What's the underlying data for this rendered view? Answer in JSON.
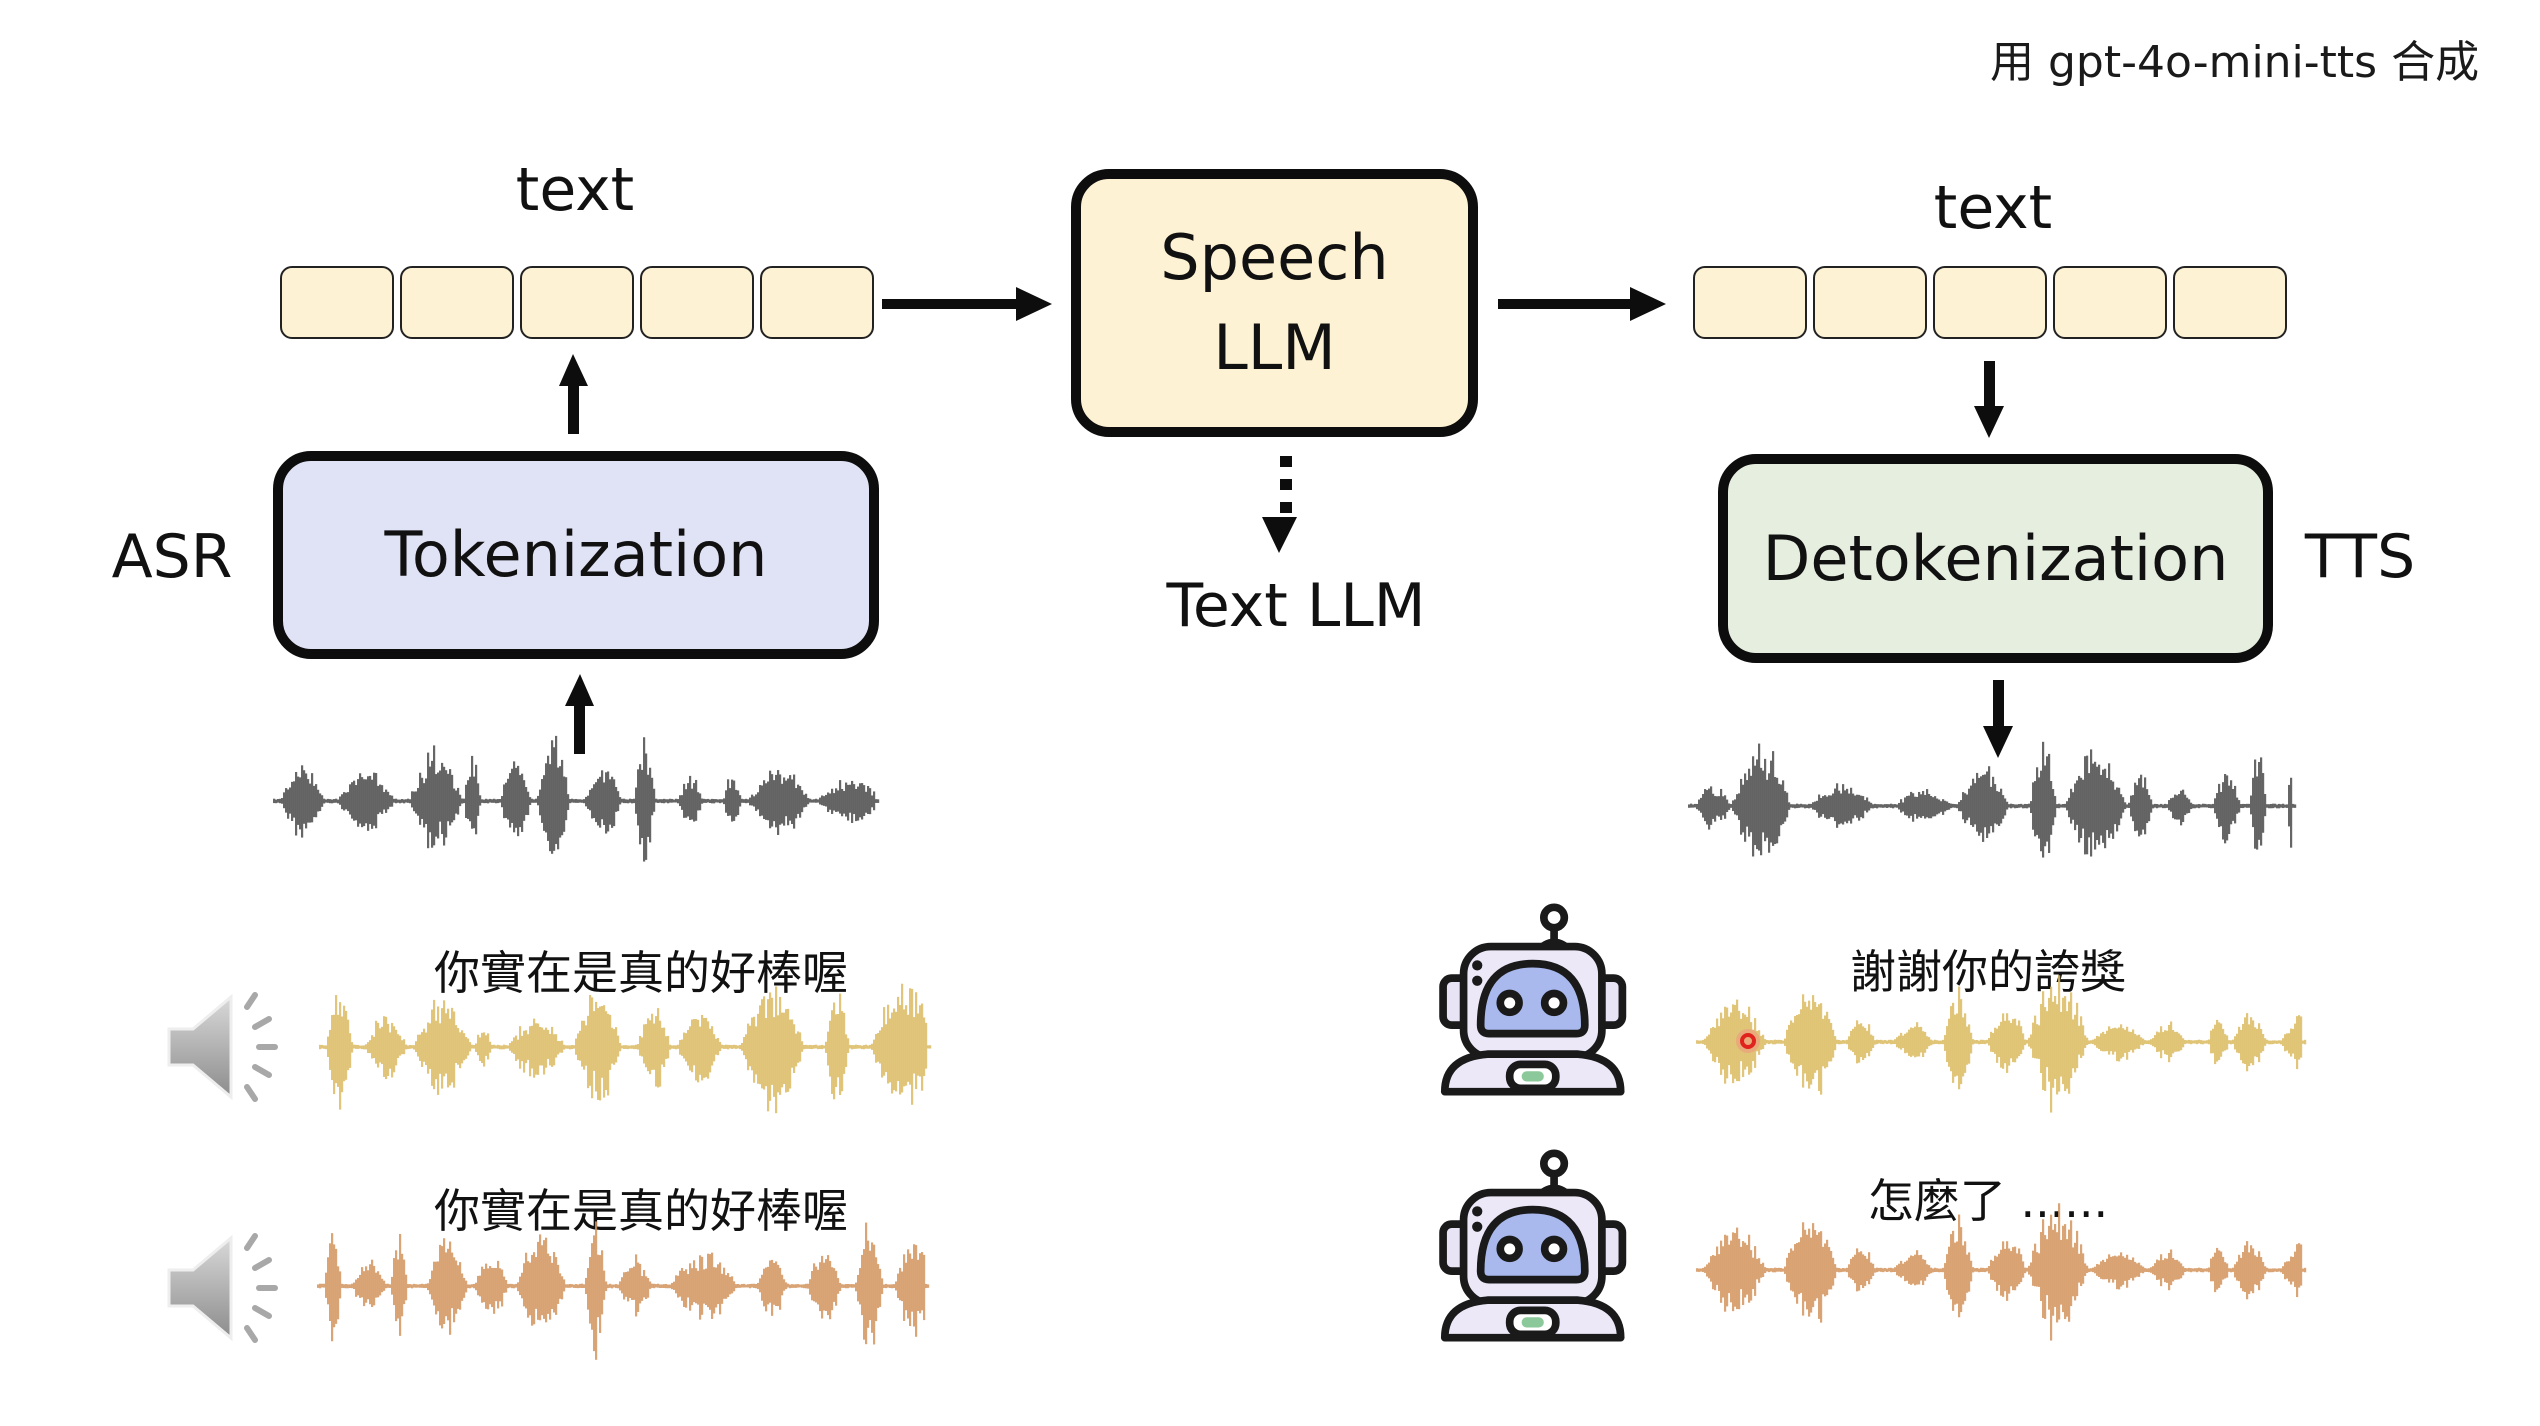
{
  "caption": "用 gpt-4o-mini-tts 合成",
  "pipeline": {
    "input_text_label": "text",
    "input_token_count": 5,
    "speech_llm_line1": "Speech",
    "speech_llm_line2": "LLM",
    "text_llm_label": "Text LLM",
    "output_text_label": "text",
    "output_token_count": 5,
    "tokenization_label": "Tokenization",
    "asr_label": "ASR",
    "detokenization_label": "Detokenization",
    "tts_label": "TTS"
  },
  "examples": {
    "user_utterance_1": "你實在是真的好棒喔",
    "user_utterance_2": "你實在是真的好棒喔",
    "bot_reply_1": "謝謝你的誇獎",
    "bot_reply_2": "怎麼了 ......"
  },
  "colors": {
    "token_fill": "#fdf2d3",
    "tokenization_fill": "#e0e2f5",
    "detokenization_fill": "#e5eedf",
    "waveform_gray": "#555555",
    "waveform_gold": "#dbbb63",
    "waveform_orange": "#d3955e",
    "pointer_red": "#e0231c"
  },
  "icons": {
    "speaker": "speaker-volume-icon",
    "robot": "robot-icon"
  }
}
